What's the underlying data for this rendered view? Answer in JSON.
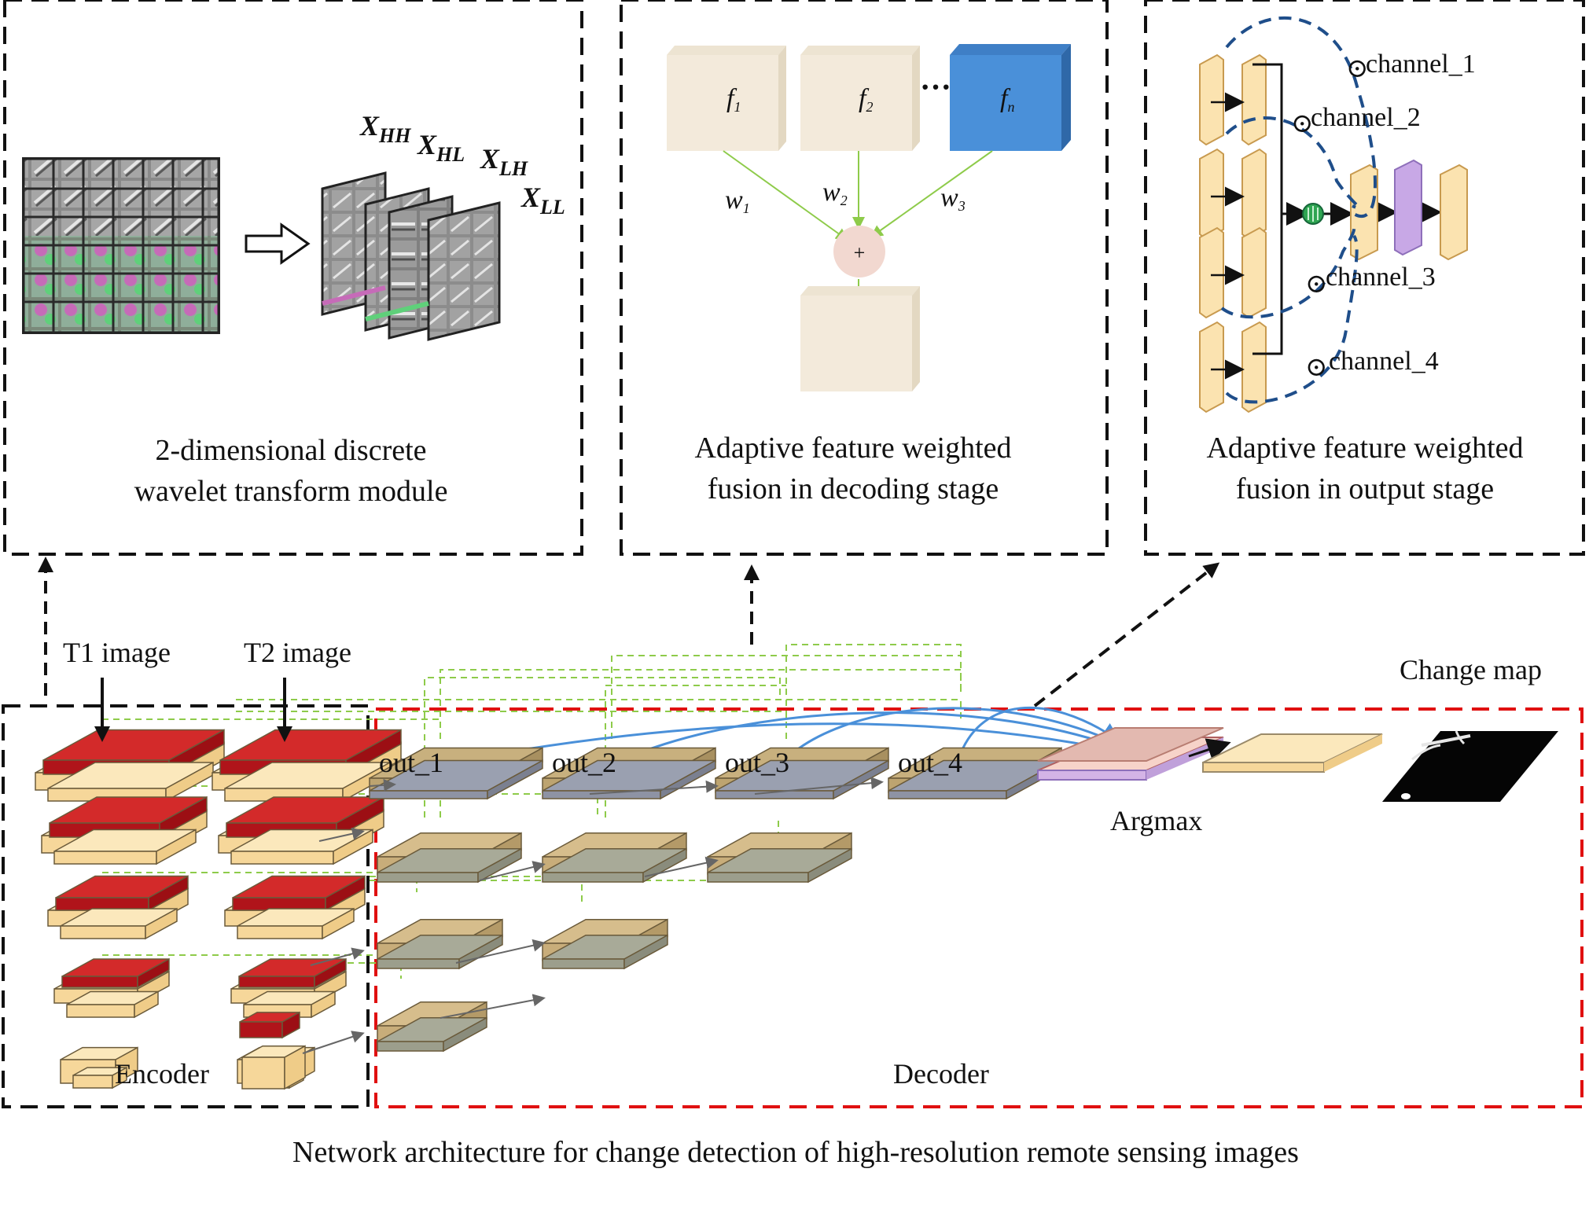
{
  "panels": {
    "dwt": {
      "caption_line1": "2-dimensional discrete",
      "caption_line2": "wavelet transform module",
      "subbands": [
        {
          "main": "X",
          "sub": "HH"
        },
        {
          "main": "X",
          "sub": "HL"
        },
        {
          "main": "X",
          "sub": "LH"
        },
        {
          "main": "X",
          "sub": "LL"
        }
      ]
    },
    "decoding_fusion": {
      "caption_line1": "Adaptive feature weighted",
      "caption_line2": "fusion in decoding stage",
      "features": [
        {
          "main": "f",
          "sub": "1"
        },
        {
          "main": "f",
          "sub": "2"
        },
        {
          "main": "f",
          "sub": "n"
        }
      ],
      "ellipsis": "···",
      "weights": [
        {
          "main": "w",
          "sub": "1"
        },
        {
          "main": "w",
          "sub": "2"
        },
        {
          "main": "w",
          "sub": "3"
        }
      ],
      "sum_symbol": "+"
    },
    "output_fusion": {
      "caption_line1": "Adaptive feature weighted",
      "caption_line2": "fusion in output stage",
      "channels": [
        "channel_1",
        "channel_2",
        "channel_3",
        "channel_4"
      ],
      "odot": "⊙"
    }
  },
  "network": {
    "t1_label": "T1 image",
    "t2_label": "T2 image",
    "outputs": [
      "out_1",
      "out_2",
      "out_3",
      "out_4"
    ],
    "argmax_label": "Argmax",
    "change_map_label": "Change map",
    "encoder_label": "Encoder",
    "decoder_label": "Decoder"
  },
  "caption": "Network architecture for change detection of high-resolution remote sensing images",
  "colors": {
    "encoder_box": "#111111",
    "decoder_box": "#e01010",
    "feature_red": "#c0141a",
    "feature_cream": "#fbe3b0",
    "feature_tan": "#c8b07e",
    "fusion_blue": "#4a90d9",
    "skip_green": "#8ecb4a",
    "attn_blue": "#1f4e8a",
    "argmax_pink": "#e3b9b0",
    "purple": "#c8a8e6"
  }
}
